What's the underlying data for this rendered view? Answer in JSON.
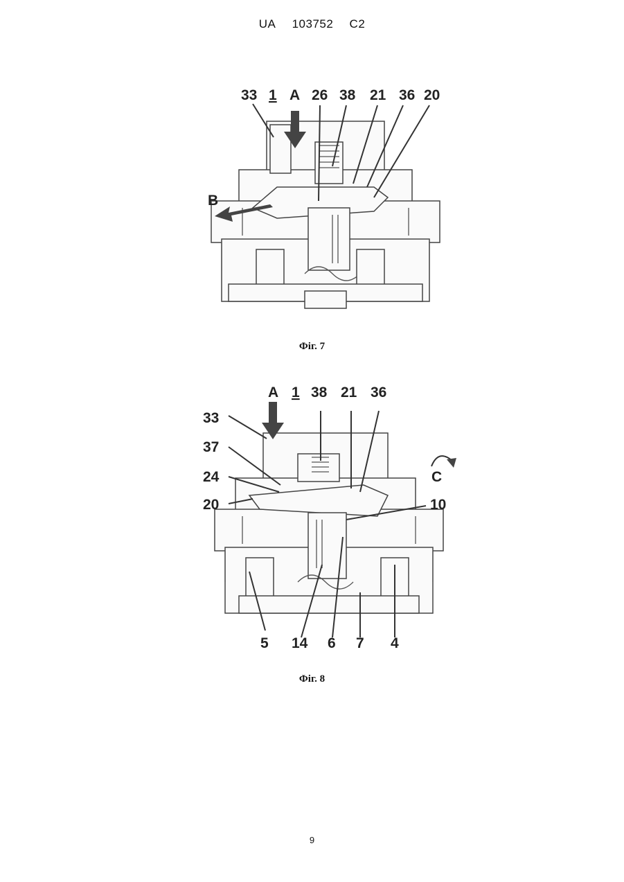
{
  "header": {
    "country": "UA",
    "number": "103752",
    "kind": "C2"
  },
  "figure7": {
    "caption": "Фіг. 7",
    "labels": {
      "l33": "33",
      "l1": "1",
      "lA": "A",
      "l26": "26",
      "l38": "38",
      "l21": "21",
      "l36": "36",
      "l20": "20",
      "lB": "B"
    }
  },
  "figure8": {
    "caption": "Фіг. 8",
    "labels": {
      "lA": "A",
      "l1": "1",
      "l38": "38",
      "l21": "21",
      "l36": "36",
      "l33": "33",
      "l37": "37",
      "l24": "24",
      "l20": "20",
      "lC": "C",
      "l10": "10",
      "l5": "5",
      "l14": "14",
      "l6": "6",
      "l7": "7",
      "l4": "4"
    }
  },
  "page_number": "9"
}
